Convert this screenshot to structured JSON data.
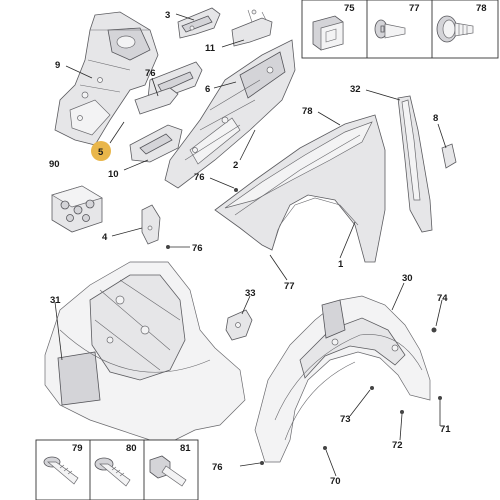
{
  "callouts": [
    {
      "id": "c3",
      "text": "3"
    },
    {
      "id": "c9",
      "text": "9"
    },
    {
      "id": "c11",
      "text": "11"
    },
    {
      "id": "c76a",
      "text": "76"
    },
    {
      "id": "c6",
      "text": "6"
    },
    {
      "id": "c78a",
      "text": "78"
    },
    {
      "id": "c32",
      "text": "32"
    },
    {
      "id": "c8",
      "text": "8"
    },
    {
      "id": "c5",
      "text": "5"
    },
    {
      "id": "c2",
      "text": "2"
    },
    {
      "id": "c90",
      "text": "90"
    },
    {
      "id": "c10",
      "text": "10"
    },
    {
      "id": "c76b",
      "text": "76"
    },
    {
      "id": "c4",
      "text": "4"
    },
    {
      "id": "c76c",
      "text": "76"
    },
    {
      "id": "c1",
      "text": "1"
    },
    {
      "id": "c77",
      "text": "77"
    },
    {
      "id": "c30",
      "text": "30"
    },
    {
      "id": "c31",
      "text": "31"
    },
    {
      "id": "c33",
      "text": "33"
    },
    {
      "id": "c74",
      "text": "74"
    },
    {
      "id": "c73",
      "text": "73"
    },
    {
      "id": "c71",
      "text": "71"
    },
    {
      "id": "c72",
      "text": "72"
    },
    {
      "id": "c76d",
      "text": "76"
    },
    {
      "id": "c70",
      "text": "70"
    }
  ],
  "top_boxes": [
    {
      "id": "b75",
      "text": "75"
    },
    {
      "id": "b77",
      "text": "77"
    },
    {
      "id": "b78",
      "text": "78"
    }
  ],
  "bottom_boxes": [
    {
      "id": "b79",
      "text": "79"
    },
    {
      "id": "b80",
      "text": "80"
    },
    {
      "id": "b81",
      "text": "81"
    }
  ],
  "highlight_color": "#e9b64a",
  "part_fill": "#e6e6e8",
  "line_color": "#5c5c60"
}
